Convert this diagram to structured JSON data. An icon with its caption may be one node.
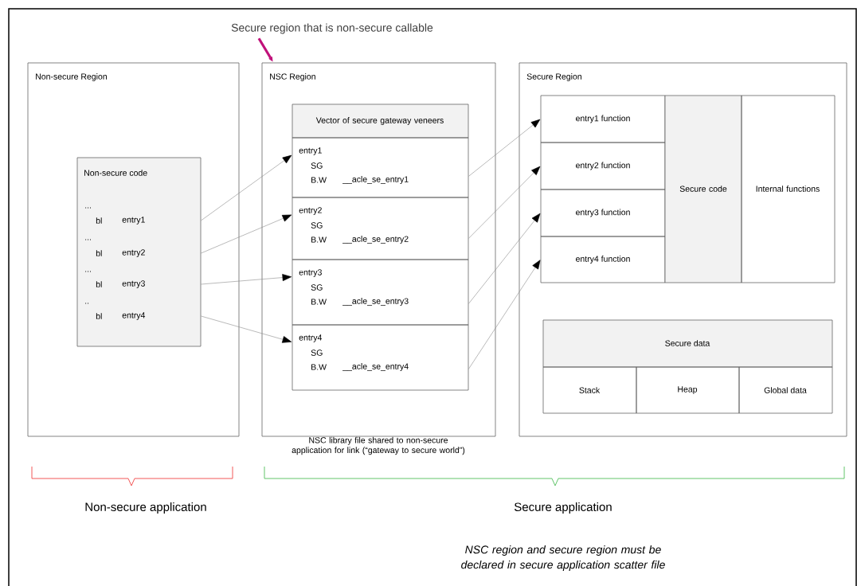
{
  "diagram": {
    "nodes": [
      {
        "text": [
          "Non-secure Region"
        ]
      },
      {
        "text": [
          "Non-secure code",
          "...",
          "...",
          "...",
          ".."
        ],
        "in": 0
      },
      {
        "text": [
          "bl",
          "entry1"
        ],
        "in": 1
      },
      {
        "text": [
          "bl",
          "entry2"
        ],
        "in": 1
      },
      {
        "text": [
          "bl",
          "entry3"
        ],
        "in": 1
      },
      {
        "text": [
          "bl",
          "entry4"
        ],
        "in": 1
      },
      {
        "text": [
          "NSC Region"
        ]
      },
      {
        "text": [
          "Vector of secure gateway veneers"
        ],
        "in": 6
      },
      {
        "text": [
          "entry1",
          "SG",
          "B.W",
          "__acle_se_entry1"
        ],
        "in": 6
      },
      {
        "text": [
          "entry2",
          "SG",
          "B.W",
          "__acle_se_entry2"
        ],
        "in": 6
      },
      {
        "text": [
          "entry3",
          "SG",
          "B.W",
          "__acle_se_entry3"
        ],
        "in": 6
      },
      {
        "text": [
          "entry4",
          "SG",
          "B.W",
          "__acle_se_entry4"
        ],
        "in": 6
      },
      {
        "text": [
          "Secure Region"
        ]
      },
      {
        "text": [
          "entry1 function"
        ],
        "in": 12
      },
      {
        "text": [
          "entry2 function"
        ],
        "in": 12
      },
      {
        "text": [
          "entry3 function"
        ],
        "in": 12
      },
      {
        "text": [
          "entry4 function"
        ],
        "in": 12
      },
      {
        "text": [
          "Secure code"
        ],
        "in": 12
      },
      {
        "text": [
          "Internal functions"
        ],
        "in": 12
      },
      {
        "text": [
          "Secure data"
        ],
        "in": 12
      },
      {
        "text": [
          "Stack"
        ],
        "in": 12
      },
      {
        "text": [
          "Heap"
        ],
        "in": 12
      },
      {
        "text": [
          "Global data"
        ],
        "in": 12
      },
      {
        "text": [
          "Secure region that is non-secure callable"
        ]
      }
    ],
    "edges": [
      {
        "from": 2,
        "to": 8,
        "arrow": "to"
      },
      {
        "from": 3,
        "to": 9,
        "arrow": "to"
      },
      {
        "from": 4,
        "to": 10,
        "arrow": "to"
      },
      {
        "from": 5,
        "to": 11,
        "arrow": "to"
      },
      {
        "from": 8,
        "to": 13,
        "arrow": "to"
      },
      {
        "from": 9,
        "to": 14,
        "arrow": "to"
      },
      {
        "from": 10,
        "to": 15,
        "arrow": "to"
      },
      {
        "from": 11,
        "to": 16,
        "arrow": "to"
      },
      {
        "from": 23,
        "to": 6,
        "arrow": "to",
        "style": "thick",
        "color": "#c0117a"
      }
    ],
    "labels": [
      "NSC library file shared to non-secure application for link (“gateway to secure world”)",
      "Non-secure application",
      "Secure application",
      "NSC region and secure region must be declared in secure application scatter file"
    ]
  }
}
